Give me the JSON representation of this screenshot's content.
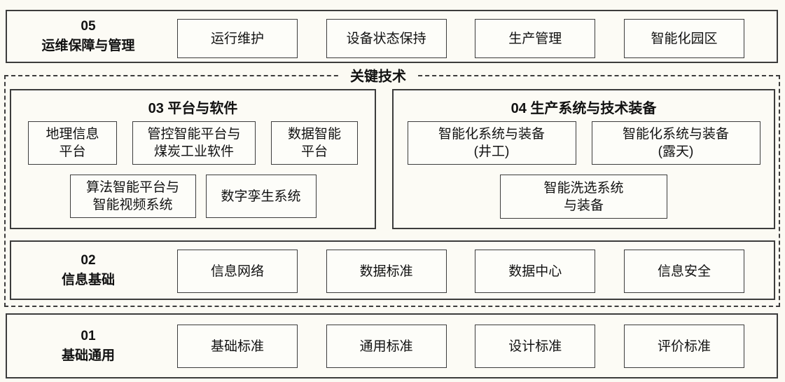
{
  "colors": {
    "page_bg": "#fbfaf3",
    "band_bg": "#fcfbf5",
    "box_bg": "#fdfdf9",
    "border": "#3c3c3c",
    "text": "#111111"
  },
  "key_tech_label": "关键技术",
  "band05": {
    "number": "05",
    "title": "运维保障与管理",
    "items": [
      "运行维护",
      "设备状态保持",
      "生产管理",
      "智能化园区"
    ]
  },
  "section03": {
    "title": "03 平台与软件",
    "row1": [
      "地理信息\n平台",
      "管控智能平台与\n煤炭工业软件",
      "数据智能\n平台"
    ],
    "row2": [
      "算法智能平台与\n智能视频系统",
      "数字孪生系统"
    ]
  },
  "section04": {
    "title": "04 生产系统与技术装备",
    "row1": [
      "智能化系统与装备\n(井工)",
      "智能化系统与装备\n(露天)"
    ],
    "row2": [
      "智能洗选系统\n与装备"
    ]
  },
  "band02": {
    "number": "02",
    "title": "信息基础",
    "items": [
      "信息网络",
      "数据标准",
      "数据中心",
      "信息安全"
    ]
  },
  "band01": {
    "number": "01",
    "title": "基础通用",
    "items": [
      "基础标准",
      "通用标准",
      "设计标准",
      "评价标准"
    ]
  }
}
